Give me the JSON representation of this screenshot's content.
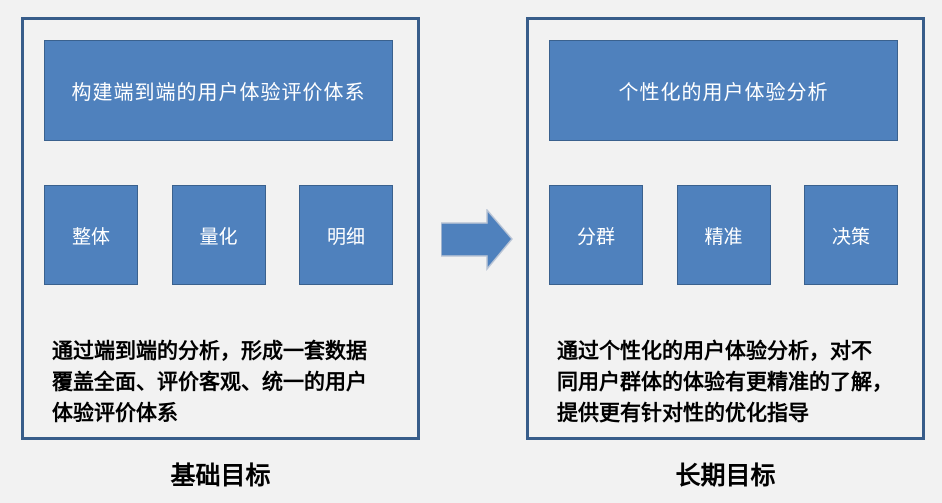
{
  "colors": {
    "background": "#f2f2f2",
    "panel_border": "#385d8a",
    "box_fill": "#4f81bd",
    "box_border": "#3a618e",
    "box_text": "#ffffff",
    "body_text": "#000000"
  },
  "panels": [
    {
      "header": "构建端到端的用户体验评价体系",
      "boxes": [
        "整体",
        "量化",
        "明细"
      ],
      "description": "通过端到端的分析，形成一套数据覆盖全面、评价客观、统一的用户体验评价体系",
      "description_lines": [
        "通过端到端的分析，形成一套数据",
        "覆盖全面、评价客观、统一的用户",
        "体验评价体系"
      ],
      "label": "基础目标"
    },
    {
      "header": "个性化的用户体验分析",
      "boxes": [
        "分群",
        "精准",
        "决策"
      ],
      "description": "通过个性化的用户体验分析，对不同用户群体的体验有更精准的了解，提供更有针对性的优化指导",
      "description_lines": [
        "通过个性化的用户体验分析，对不",
        "同用户群体的体验有更精准的了解，",
        "提供更有针对性的优化指导"
      ],
      "label": "长期目标"
    }
  ],
  "arrow": {
    "icon": "right-arrow",
    "fill": "#4f81bd"
  }
}
